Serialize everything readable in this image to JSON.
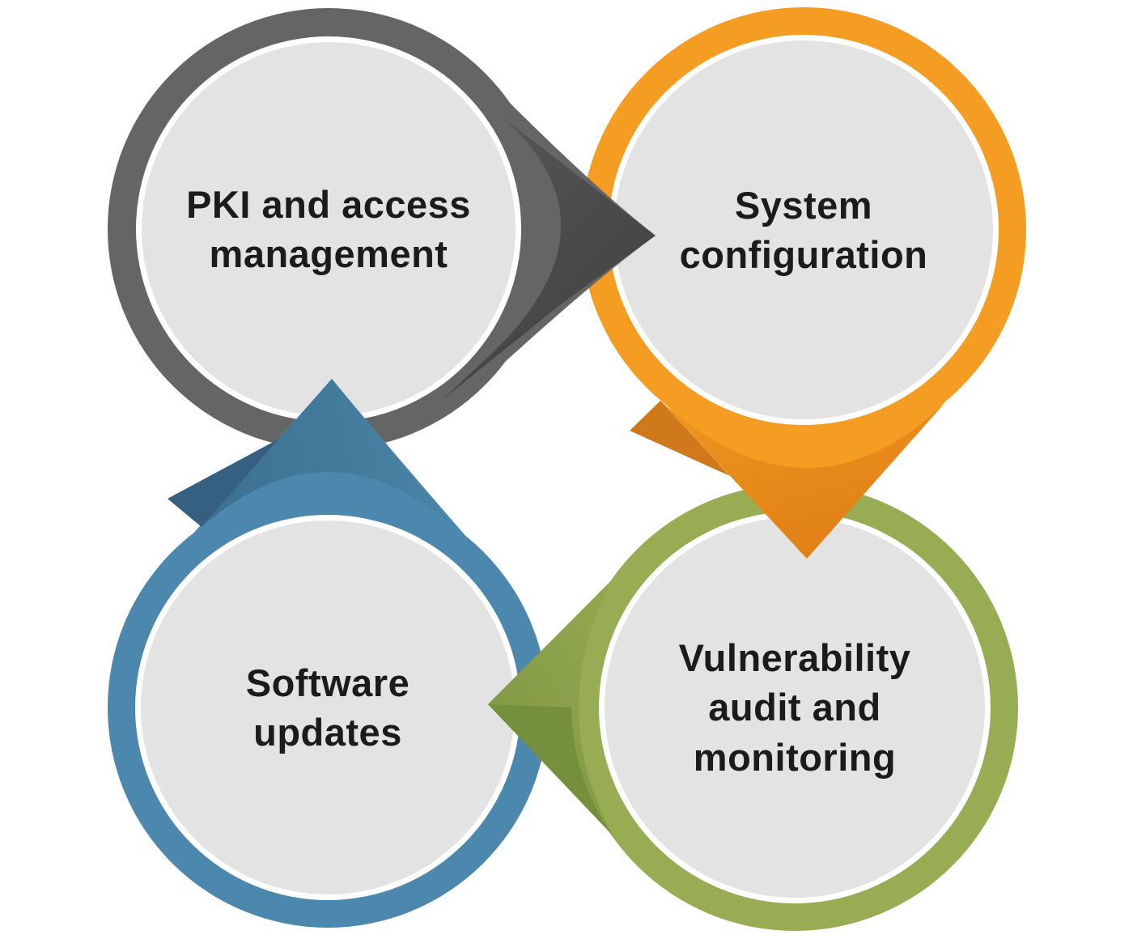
{
  "diagram": {
    "type": "cycle",
    "background_color": "#FFFFFF",
    "inner_fill_color": "#E3E3E3",
    "text_color": "#1B1B1B",
    "nodes": [
      {
        "id": "pki-and-access-management",
        "label": "PKI and access management",
        "lines": [
          "PKI and access",
          "management"
        ],
        "ring_color": "#656565",
        "arrow_color": "#4D4D4D",
        "arrow_direction": "right",
        "points_to": "system-configuration"
      },
      {
        "id": "system-configuration",
        "label": "System configuration",
        "lines": [
          "System",
          "configuration"
        ],
        "ring_color": "#F59C23",
        "arrow_color": "#E8891D",
        "arrow_direction": "down",
        "points_to": "vulnerability-audit-and-monitoring"
      },
      {
        "id": "software-updates",
        "label": "Software updates",
        "lines": [
          "Software",
          "updates"
        ],
        "ring_color": "#4C88AE",
        "arrow_color": "#44799B",
        "arrow_direction": "up",
        "points_to": "pki-and-access-management"
      },
      {
        "id": "vulnerability-audit-and-monitoring",
        "label": "Vulnerability audit and monitoring",
        "lines": [
          "Vulnerability",
          "audit and",
          "monitoring"
        ],
        "ring_color": "#97AC53",
        "arrow_color": "#8CA24B",
        "arrow_direction": "left",
        "points_to": "software-updates"
      }
    ]
  }
}
